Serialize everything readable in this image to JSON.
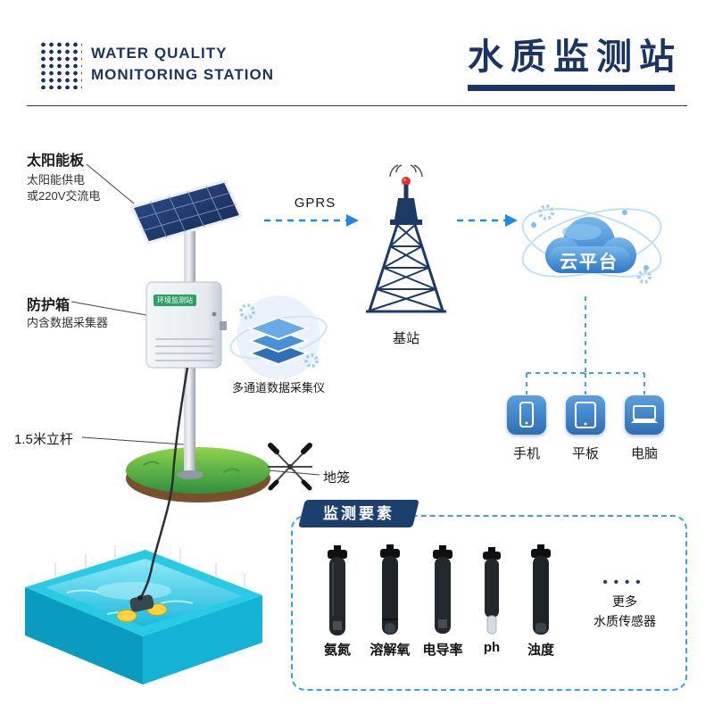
{
  "colors": {
    "navy": "#1b3560",
    "arrow-blue": "#1e88e5",
    "dash-blue": "#3aa0e8",
    "device-blue-1": "#5b9fdd",
    "device-blue-2": "#2f6fb5",
    "pill-navy": "#1c3f6e"
  },
  "header": {
    "title_en_line1": "WATER QUALITY",
    "title_en_line2": "MONITORING STATION",
    "title_zh": "水质监测站"
  },
  "diagram": {
    "solar": {
      "title": "太阳能板",
      "desc1": "太阳能供电",
      "desc2": "或220V交流电"
    },
    "enclosure": {
      "title": "防护箱",
      "desc": "内含数据采集器",
      "screen_label": "环境监测站"
    },
    "pole_label": "1.5米立杆",
    "gprs_label": "GPRS",
    "tower_label": "基站",
    "cloud_label": "云平台",
    "collector_label": "多通道数据采集仪",
    "cage_label": "地笼",
    "devices": [
      {
        "label": "手机"
      },
      {
        "label": "平板"
      },
      {
        "label": "电脑"
      }
    ]
  },
  "monitor_panel": {
    "title": "监测要素",
    "sensors": [
      {
        "label": "氨氮"
      },
      {
        "label": "溶解氧"
      },
      {
        "label": "电导率"
      },
      {
        "label": "ph"
      },
      {
        "label": "浊度"
      }
    ],
    "more_dots": "••••",
    "more_line1": "更多",
    "more_line2": "水质传感器"
  }
}
